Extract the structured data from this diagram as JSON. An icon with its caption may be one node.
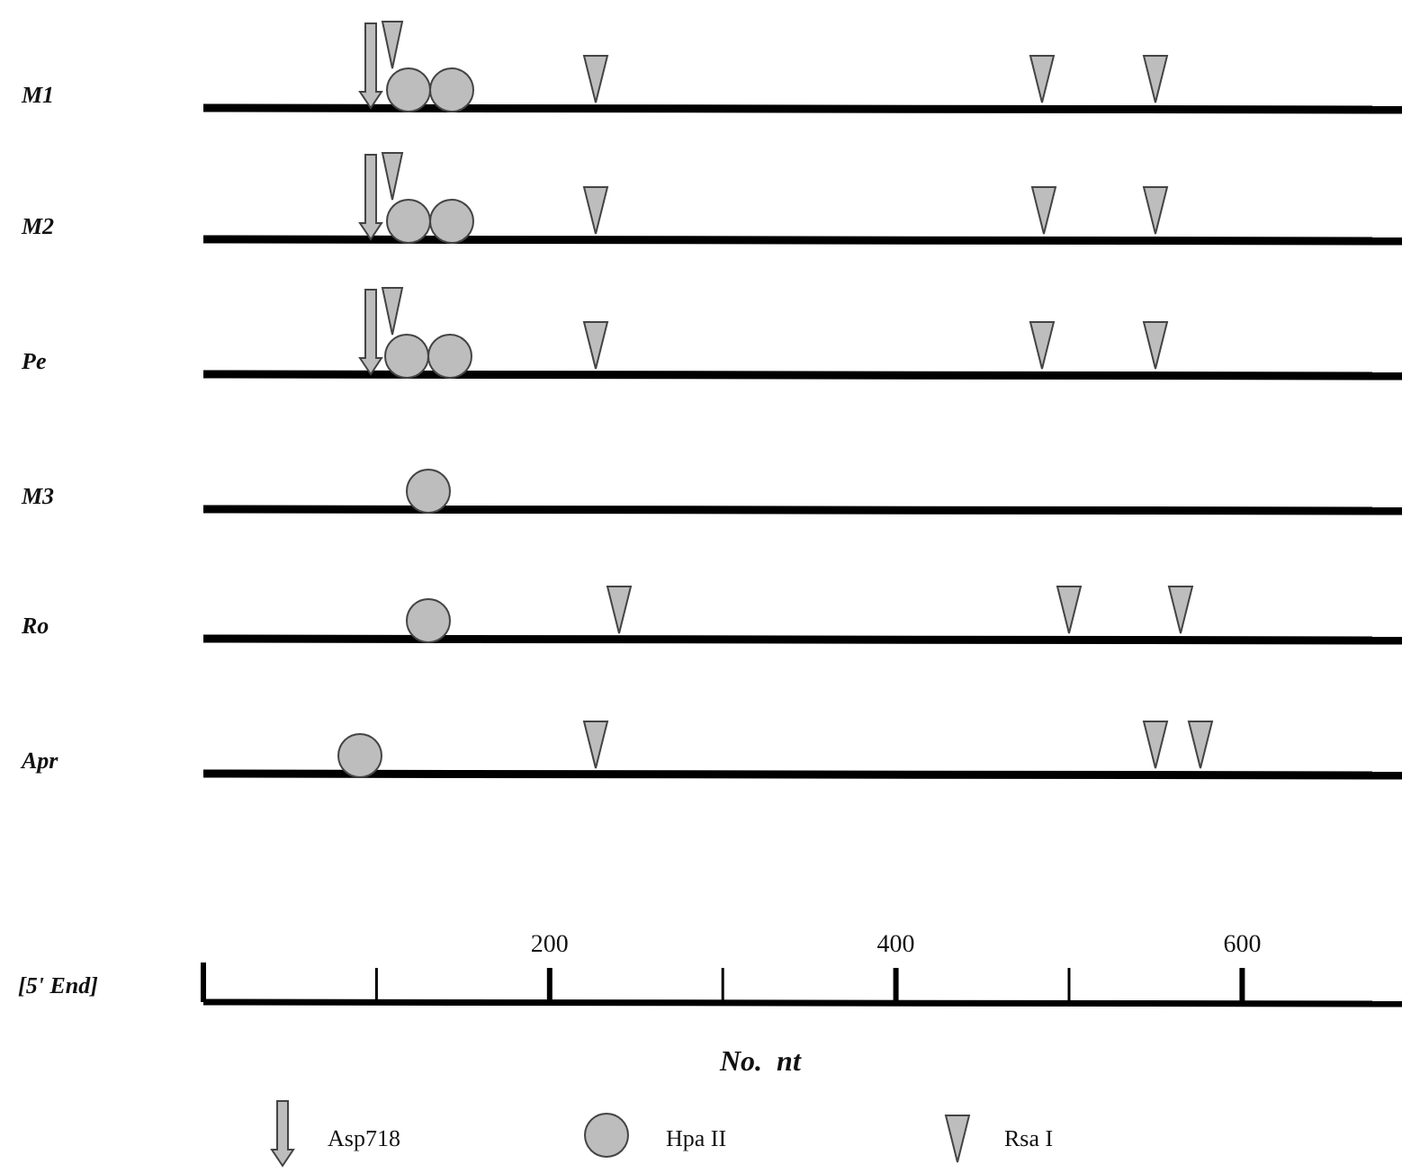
{
  "diagram": {
    "labels": [
      "M1",
      "M2",
      "Pe",
      "M3",
      "Ro",
      "Apr",
      "[5' End]",
      "200",
      "400",
      "600",
      "No.  nt"
    ],
    "legend": [
      {
        "text": "Asp718"
      },
      {
        "text": "Hpa II"
      },
      {
        "text": "Rsa I"
      }
    ]
  }
}
